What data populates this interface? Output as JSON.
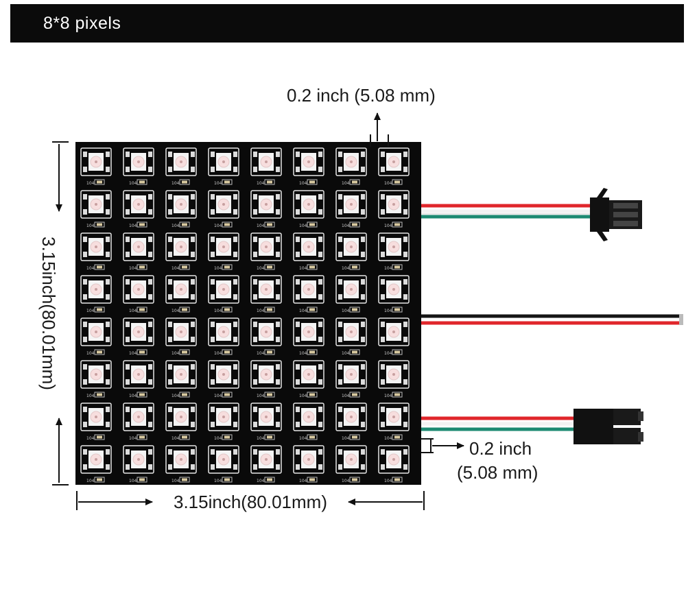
{
  "header": {
    "title": "8*8 pixels"
  },
  "dimensions": {
    "top_pitch": "0.2 inch (5.08 mm)",
    "bottom_pitch_line1": "0.2 inch",
    "bottom_pitch_line2": "(5.08 mm)",
    "height_label": "3.15inch(80.01mm)",
    "width_label": "3.15inch(80.01mm)"
  },
  "panel": {
    "rows": 8,
    "cols": 8,
    "led_count": 64,
    "component_code": "104",
    "board_color": "#0a0a0a",
    "led_pad_color": "#f4f4f4",
    "led_lens_color": "#f7dede"
  },
  "wires": {
    "red": "#e0262b",
    "green": "#1c8a72",
    "white": "#f2f2f2",
    "black": "#151515"
  },
  "icons": [
    "connector-input-icon",
    "connector-output-icon",
    "power-lead-icon",
    "arrow-icon"
  ]
}
